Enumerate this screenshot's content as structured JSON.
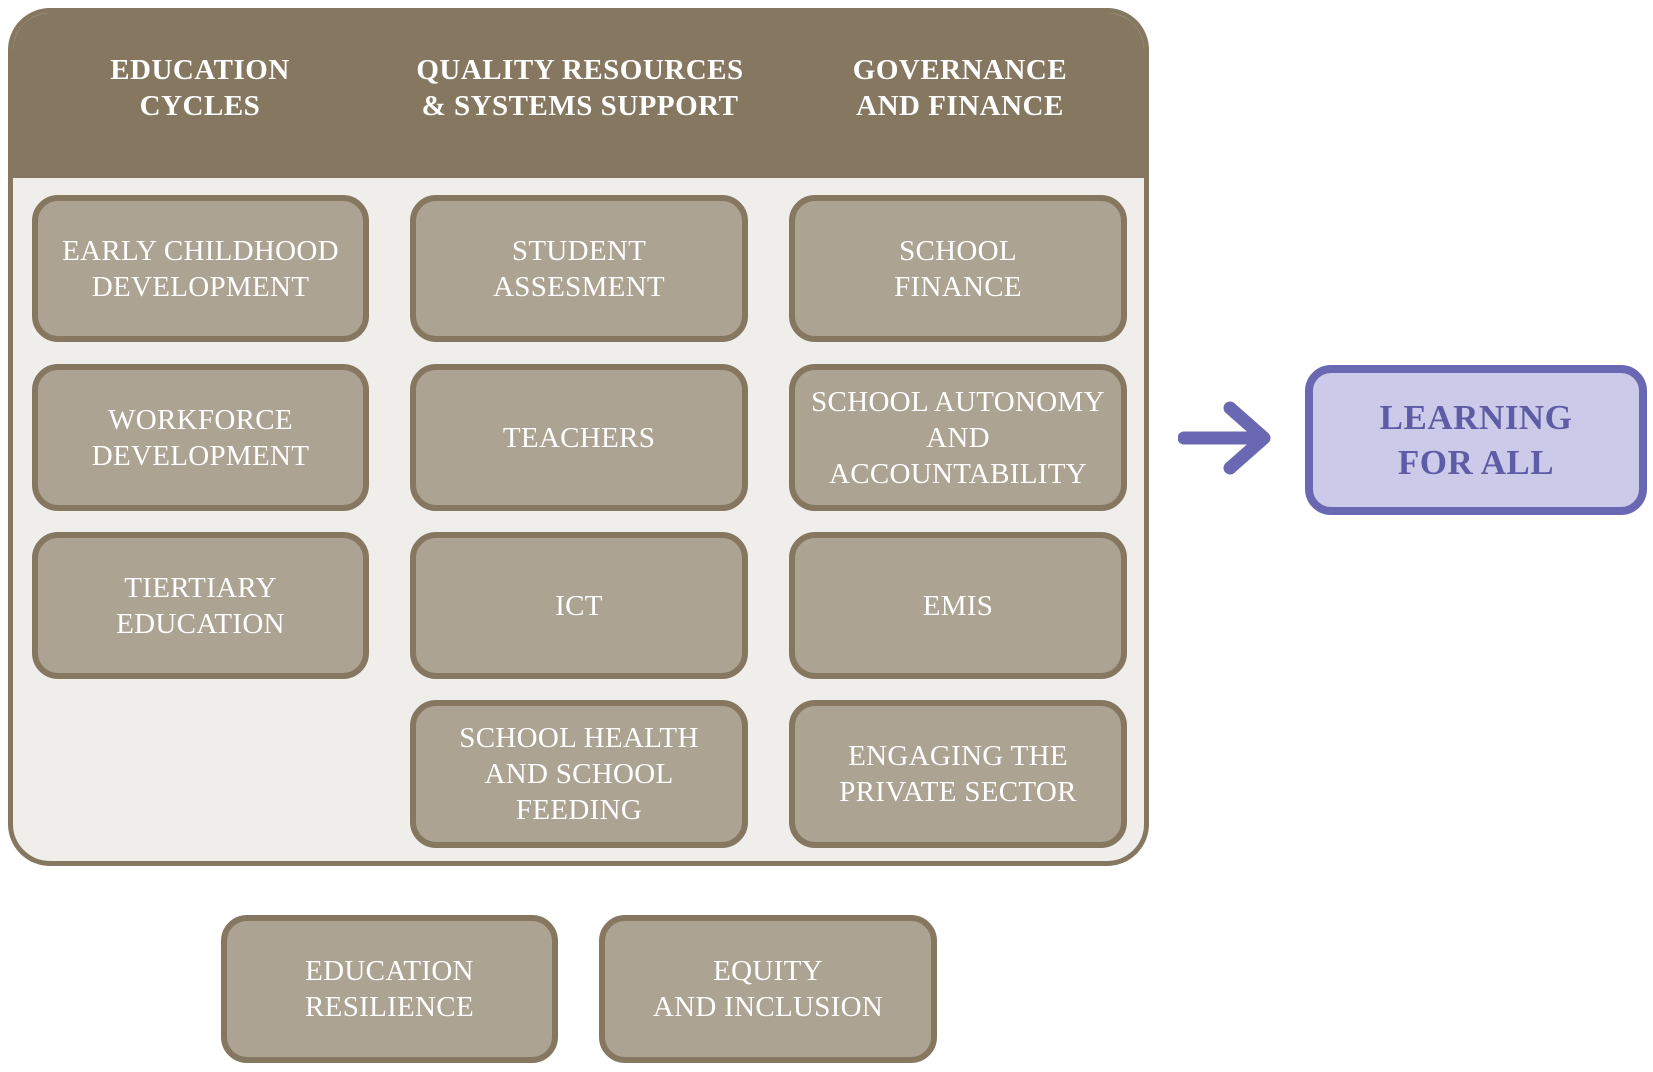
{
  "columns": [
    {
      "title": "EDUCATION\nCYCLES"
    },
    {
      "title": "QUALITY RESOURCES\n& SYSTEMS SUPPORT"
    },
    {
      "title": "GOVERNANCE\nAND FINANCE"
    }
  ],
  "boxes": {
    "early_childhood": "EARLY CHILDHOOD\nDEVELOPMENT",
    "workforce": "WORKFORCE\nDEVELOPMENT",
    "tiertiary": "TIERTIARY\nEDUCATION",
    "student_assessment": "STUDENT\nASSESMENT",
    "teachers": "TEACHERS",
    "ict": "ICT",
    "school_health": "SCHOOL HEALTH\nAND SCHOOL\nFEEDING",
    "school_finance": "SCHOOL\nFINANCE",
    "school_autonomy": "SCHOOL AUTONOMY\nAND\nACCOUNTABILITY",
    "emis": "EMIS",
    "private_sector": "ENGAGING THE\nPRIVATE SECTOR",
    "resilience": "EDUCATION\nRESILIENCE",
    "equity": "EQUITY\nAND INCLUSION"
  },
  "outcome": "LEARNING\nFOR ALL",
  "colors": {
    "header": "#857760",
    "box_fill": "#ada393",
    "panel_bg": "#f0eeea",
    "outcome_border": "#6b68b3",
    "outcome_fill": "#cbcbe9",
    "outcome_text": "#5f5ca7"
  }
}
